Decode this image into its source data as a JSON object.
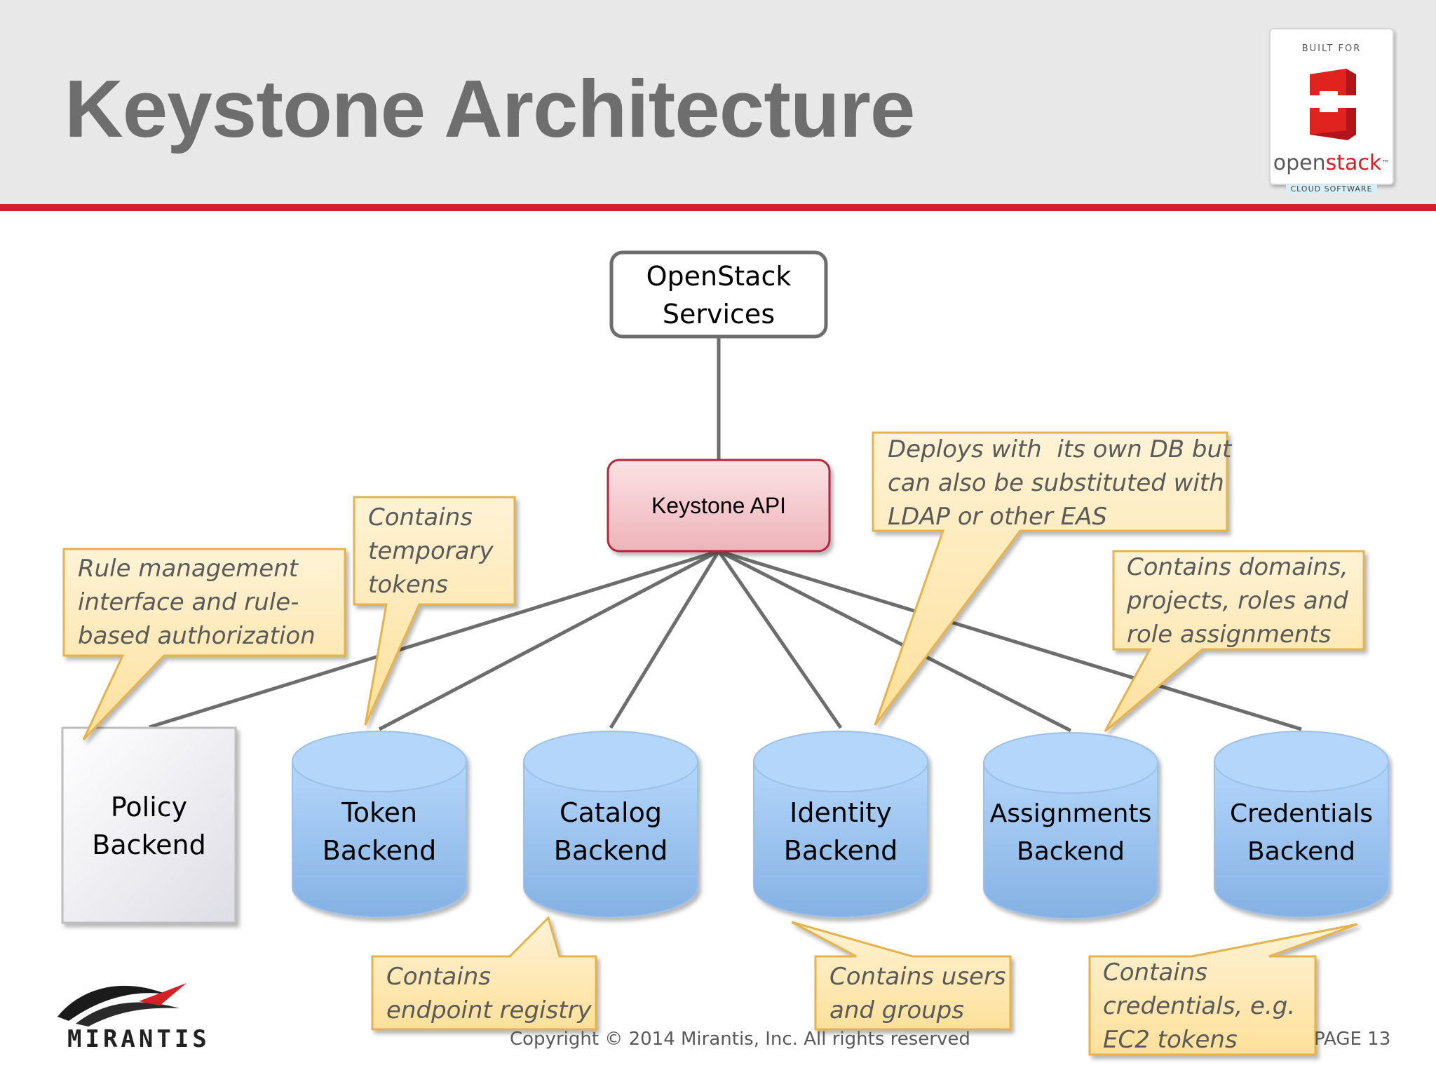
{
  "title": "Keystone Architecture",
  "logo": {
    "built_for": "BUILT FOR",
    "open": "open",
    "stack": "stack",
    "tail": "™",
    "cloud_software": "CLOUD SOFTWARE"
  },
  "nodes": {
    "services": "OpenStack\nServices",
    "api": "Keystone API",
    "policy": "Policy\nBackend",
    "token": "Token\nBackend",
    "catalog": "Catalog\nBackend",
    "identity": "Identity\nBackend",
    "assignments": "Assignments\nBackend",
    "credentials": "Credentials\nBackend"
  },
  "callouts": {
    "policy": "Rule management\ninterface and rule-\nbased authorization",
    "token": "Contains\ntemporary\ntokens",
    "identity_db": "Deploys with  its own DB but\ncan also be substituted with\nLDAP or other EAS",
    "assignments": "Contains domains,\nprojects, roles and\nrole assignments",
    "catalog": "Contains\nendpoint registry",
    "identity": "Contains users\nand groups",
    "credentials": "Contains\ncredentials, e.g.\nEC2 tokens"
  },
  "colors": {
    "accent_red": "#d71f26",
    "callout_fill": "#fde4a6",
    "callout_border": "#e6b24a",
    "cylinder_top": "#b4d6fb",
    "cylinder_bottom": "#84b1e3",
    "api_fill": "#f3c7cc",
    "api_border": "#b4283a"
  },
  "footer": {
    "copyright": "Copyright © 2014 Mirantis, Inc. All rights reserved",
    "page": "PAGE 13",
    "company": "MIRANTIS"
  }
}
